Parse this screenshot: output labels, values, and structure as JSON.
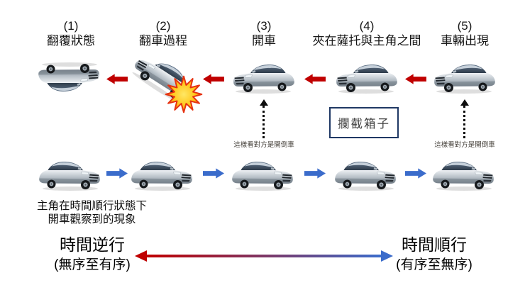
{
  "steps": [
    {
      "num": "(1)",
      "label": "翻覆狀態"
    },
    {
      "num": "(2)",
      "label": "翻車過程"
    },
    {
      "num": "(3)",
      "label": "開車"
    },
    {
      "num": "(4)",
      "label": "夾在薩托與主角之間"
    },
    {
      "num": "(5)",
      "label": "車輛出現"
    }
  ],
  "notes": {
    "reverse_view": "這樣看對方是開倒車"
  },
  "intercept_box": {
    "label": "攔截箱子"
  },
  "caption": {
    "line1": "主角在時間順行狀態下",
    "line2": "開車觀察到的現象"
  },
  "time_axis": {
    "reverse_title": "時間逆行",
    "reverse_sub": "(無序至有序)",
    "forward_title": "時間順行",
    "forward_sub": "(有序至無序)"
  },
  "colors": {
    "reverse_arrow_red": "#C00000",
    "forward_arrow_blue": "#3B6CCB",
    "intercept_box_border": "#1F3864",
    "explosion_yellow": "#FFC81E",
    "explosion_outline": "#E63312"
  },
  "icons": {
    "car": "car-icon",
    "flipped_car": "flipped-car-icon",
    "crashing_car": "crashing-car-icon",
    "explosion": "explosion-icon",
    "reverse_arrow": "reverse-arrow-icon",
    "forward_arrow": "forward-arrow-icon",
    "dotted_up_arrow": "dotted-up-arrow-icon",
    "time_axis_arrow": "time-axis-arrow-icon"
  }
}
